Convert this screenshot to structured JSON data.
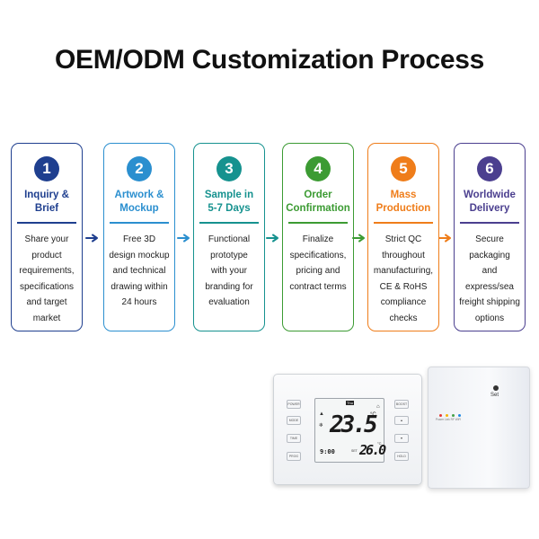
{
  "title": "OEM/ODM Customization Process",
  "steps": [
    {
      "number": "1",
      "title_lines": [
        "Inquiry & Brief"
      ],
      "desc_lines": [
        "Share your",
        "product",
        "requirements,",
        "specifications",
        "and target",
        "market"
      ],
      "color": "#1f3f8f"
    },
    {
      "number": "2",
      "title_lines": [
        "Artwork &",
        "Mockup"
      ],
      "desc_lines": [
        "Free 3D",
        "design mockup",
        "and technical",
        "drawing within",
        "24 hours"
      ],
      "color": "#2b8fcf"
    },
    {
      "number": "3",
      "title_lines": [
        "Sample in",
        "5-7 Days"
      ],
      "desc_lines": [
        "Functional",
        "prototype",
        "with your",
        "branding for",
        "evaluation"
      ],
      "color": "#16928f"
    },
    {
      "number": "4",
      "title_lines": [
        "Order",
        "Confirmation"
      ],
      "desc_lines": [
        "Finalize",
        "specifications,",
        "pricing and",
        "contract terms"
      ],
      "color": "#3c9b33"
    },
    {
      "number": "5",
      "title_lines": [
        "Mass",
        "Production"
      ],
      "desc_lines": [
        "Strict QC",
        "throughout",
        "manufacturing,",
        "CE & RoHS",
        "compliance",
        "checks"
      ],
      "color": "#ef7d1a"
    },
    {
      "number": "6",
      "title_lines": [
        "Worldwide",
        "Delivery"
      ],
      "desc_lines": [
        "Secure",
        "packaging",
        "and express/sea",
        "freight shipping",
        "options"
      ],
      "color": "#4b3f8f"
    }
  ],
  "arrow_colors": [
    "#1f3f8f",
    "#2b8fcf",
    "#16928f",
    "#3c9b33",
    "#ef7d1a"
  ],
  "product": {
    "thermostat": {
      "left_buttons": [
        "POWER",
        "MODE",
        "TIME",
        "PROG"
      ],
      "right_buttons": [
        "BOOST",
        "▲",
        "▼",
        "HOLD"
      ],
      "screen_tag": "Thu",
      "temp_main": "23.5",
      "temp_unit": "°C",
      "temp_set": "26.0",
      "temp_set_unit": "°C",
      "set_label": "SET",
      "time": "9:00"
    },
    "receiver": {
      "button_label": "Set",
      "led_labels": "Power Link  RF  WiFi",
      "led_colors": [
        "#e53935",
        "#f5b400",
        "#43a047",
        "#1e88e5"
      ]
    }
  }
}
